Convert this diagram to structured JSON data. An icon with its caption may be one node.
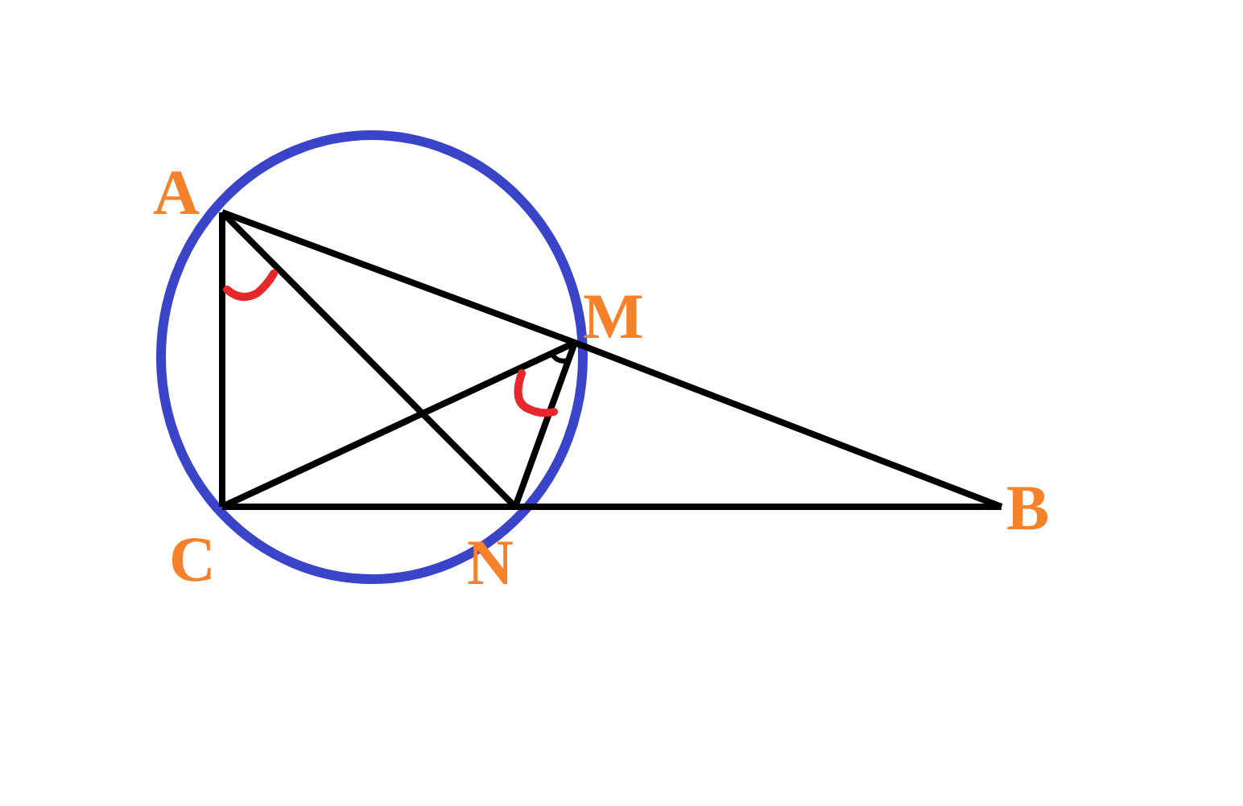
{
  "diagram": {
    "nodes": [
      {
        "text": [
          "A"
        ]
      },
      {
        "text": [
          "M"
        ]
      },
      {
        "text": [
          "B"
        ]
      },
      {
        "text": [
          "C"
        ]
      },
      {
        "text": [
          "N"
        ]
      }
    ],
    "edges": [
      {
        "from": 0,
        "to": 1,
        "arrow": "none"
      },
      {
        "from": 1,
        "to": 2,
        "arrow": "none"
      },
      {
        "from": 0,
        "to": 3,
        "arrow": "none"
      },
      {
        "from": 3,
        "to": 4,
        "arrow": "none"
      },
      {
        "from": 4,
        "to": 2,
        "arrow": "none"
      },
      {
        "from": 0,
        "to": 4,
        "arrow": "none"
      },
      {
        "from": 3,
        "to": 1,
        "arrow": "none"
      },
      {
        "from": 4,
        "to": 1,
        "arrow": "none"
      }
    ]
  }
}
